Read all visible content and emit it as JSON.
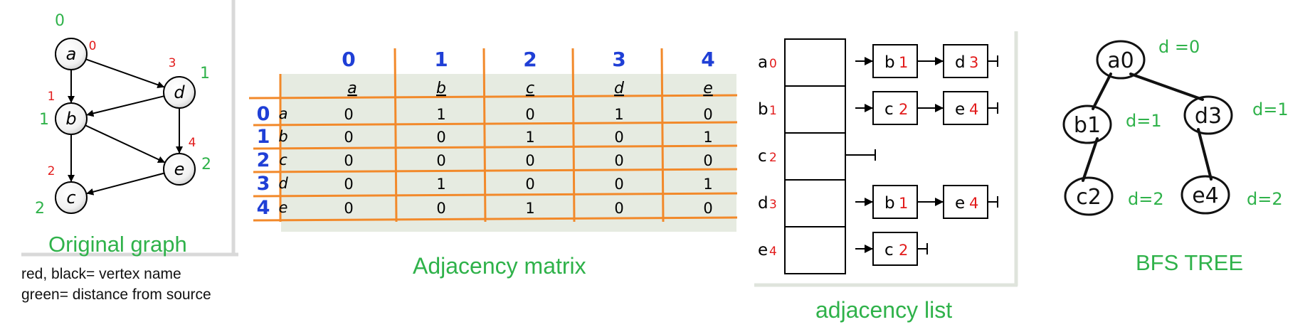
{
  "colors": {
    "caption_green": "#2fb24a",
    "hand_red": "#e21b1b",
    "hand_green": "#2fb24a",
    "hand_blue": "#1f3fd6",
    "grid_orange": "#f2892a",
    "matrix_bg": "#e6ebe1"
  },
  "graph": {
    "nodes": [
      {
        "name": "a",
        "red": "0",
        "green": "0"
      },
      {
        "name": "b",
        "red": "1",
        "green": "1"
      },
      {
        "name": "c",
        "red": "2",
        "green": "2"
      },
      {
        "name": "d",
        "red": "3",
        "green": "1"
      },
      {
        "name": "e",
        "red": "4",
        "green": "2"
      }
    ],
    "edges": [
      [
        "a",
        "b"
      ],
      [
        "a",
        "d"
      ],
      [
        "d",
        "b"
      ],
      [
        "d",
        "e"
      ],
      [
        "b",
        "c"
      ],
      [
        "b",
        "e"
      ],
      [
        "e",
        "c"
      ]
    ],
    "caption": "Original graph",
    "legend_line1": "red, black= vertex name",
    "legend_line2": "green= distance from source"
  },
  "matrix": {
    "col_indices": [
      "0",
      "1",
      "2",
      "3",
      "4"
    ],
    "col_labels": [
      "a",
      "b",
      "c",
      "d",
      "e"
    ],
    "row_indices": [
      "0",
      "1",
      "2",
      "3",
      "4"
    ],
    "row_labels": [
      "a",
      "b",
      "c",
      "d",
      "e"
    ],
    "cells": [
      [
        "0",
        "1",
        "0",
        "1",
        "0"
      ],
      [
        "0",
        "0",
        "1",
        "0",
        "1"
      ],
      [
        "0",
        "0",
        "0",
        "0",
        "0"
      ],
      [
        "0",
        "1",
        "0",
        "0",
        "1"
      ],
      [
        "0",
        "0",
        "1",
        "0",
        "0"
      ]
    ],
    "caption": "Adjacency matrix"
  },
  "adjacency_list": {
    "rows": [
      {
        "vertex": "a",
        "mark": "0",
        "items": [
          {
            "v": "b",
            "mark": "1"
          },
          {
            "v": "d",
            "mark": "3"
          }
        ]
      },
      {
        "vertex": "b",
        "mark": "1",
        "items": [
          {
            "v": "c",
            "mark": "2"
          },
          {
            "v": "e",
            "mark": "4"
          }
        ]
      },
      {
        "vertex": "c",
        "mark": "2",
        "items": []
      },
      {
        "vertex": "d",
        "mark": "3",
        "items": [
          {
            "v": "b",
            "mark": "1"
          },
          {
            "v": "e",
            "mark": "4"
          }
        ]
      },
      {
        "vertex": "e",
        "mark": "4",
        "items": [
          {
            "v": "c",
            "mark": "2"
          }
        ]
      }
    ],
    "caption": "adjacency list"
  },
  "bfs_tree": {
    "nodes": [
      {
        "label": "a0",
        "distance": "d =0"
      },
      {
        "label": "b1",
        "distance": "d=1"
      },
      {
        "label": "d3",
        "distance": "d=1"
      },
      {
        "label": "c2",
        "distance": "d=2"
      },
      {
        "label": "e4",
        "distance": "d=2"
      }
    ],
    "edges": [
      [
        "a0",
        "b1"
      ],
      [
        "a0",
        "d3"
      ],
      [
        "b1",
        "c2"
      ],
      [
        "d3",
        "e4"
      ]
    ],
    "caption": "BFS TREE"
  }
}
